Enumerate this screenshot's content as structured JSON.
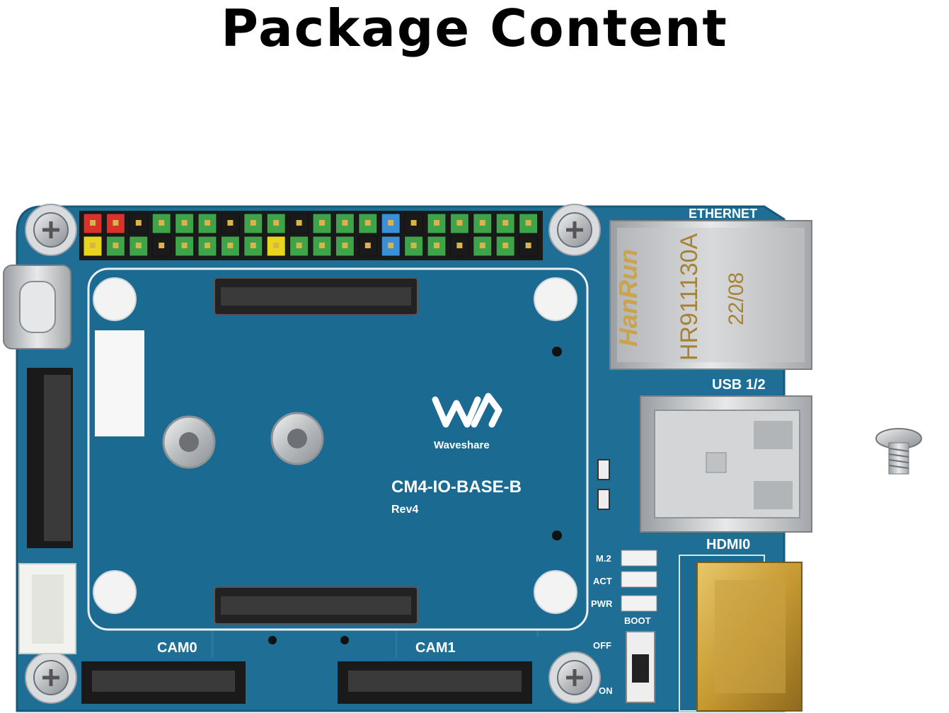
{
  "page": {
    "title": "Package Content"
  },
  "board": {
    "brand": "Waveshare",
    "model": "CM4-IO-BASE-B",
    "revision": "Rev4",
    "labels": {
      "ethernet": "ETHERNET",
      "usb": "USB 1/2",
      "hdmi": "HDMI0",
      "cam0": "CAM0",
      "cam1": "CAM1",
      "m2": "M.2",
      "act": "ACT",
      "pwr": "PWR",
      "boot": "BOOT",
      "off": "OFF",
      "on": "ON"
    },
    "rj45_markings": {
      "vendor": "HanRun",
      "part": "HR911130A",
      "date": "22/08"
    }
  },
  "accessory": {
    "item": "screw"
  },
  "colors": {
    "board": "#1f6e96",
    "board_dark": "#185c7f",
    "header_black": "#1a1a1a",
    "pin_green": "#3fa34a",
    "pin_red": "#d9322b",
    "pin_yellow": "#e9d51e",
    "pin_blue": "#3b8fd6"
  }
}
